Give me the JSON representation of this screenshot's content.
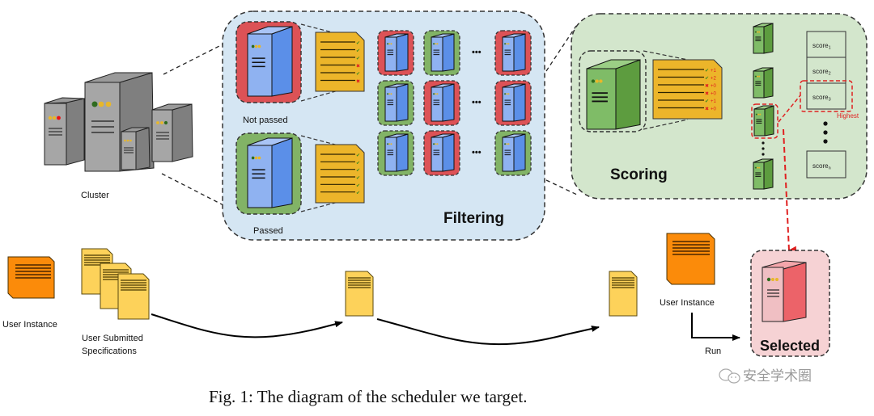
{
  "figure": {
    "caption": "Fig. 1: The diagram of the scheduler we target.",
    "watermark": "安全学术圈"
  },
  "cluster": {
    "label": "Cluster"
  },
  "filtering": {
    "title": "Filtering",
    "not_passed_label": "Not passed",
    "passed_label": "Passed",
    "not_passed_checks": [
      "pass",
      "pass",
      "pass",
      "fail",
      "pass",
      "fail"
    ],
    "passed_checks": [
      "pass",
      "pass",
      "pass",
      "pass",
      "pass",
      "pass"
    ],
    "grid": [
      [
        "fail",
        "pass",
        "fail"
      ],
      [
        "pass",
        "fail",
        "fail"
      ],
      [
        "pass",
        "fail",
        "pass"
      ]
    ],
    "ellipsis": "•••"
  },
  "scoring": {
    "title": "Scoring",
    "criteria": [
      {
        "result": "pass",
        "points": "+1"
      },
      {
        "result": "pass",
        "points": "+2"
      },
      {
        "result": "fail",
        "points": "+0"
      },
      {
        "result": "fail",
        "points": "+0"
      },
      {
        "result": "pass",
        "points": "+1"
      },
      {
        "result": "fail",
        "points": "+0"
      }
    ],
    "scores": [
      "score1",
      "score2",
      "score3",
      "scoren"
    ],
    "score_subscripts": [
      "1",
      "2",
      "3",
      "n"
    ],
    "score_base": "score",
    "highest_label": "Highest"
  },
  "flow": {
    "user_instance_label": "User Instance",
    "user_specs_label_line1": "User Submitted",
    "user_specs_label_line2": "Specifications",
    "user_instance_label_right": "User Instance",
    "run_label": "Run",
    "selected_label": "Selected"
  },
  "colors": {
    "filter_bg": "#d5e6f3",
    "score_bg": "#d3e6cc",
    "selected_bg": "#f6d2d4",
    "fail_red": "#dc5256",
    "pass_green": "#82b366",
    "server_blue": "#5b8fe8",
    "server_green": "#5d9c3f",
    "server_red": "#ec6369",
    "doc_yellow": "#ecb52a",
    "spec_yellow": "#fdd25a",
    "instance_orange": "#fb8b0a"
  }
}
